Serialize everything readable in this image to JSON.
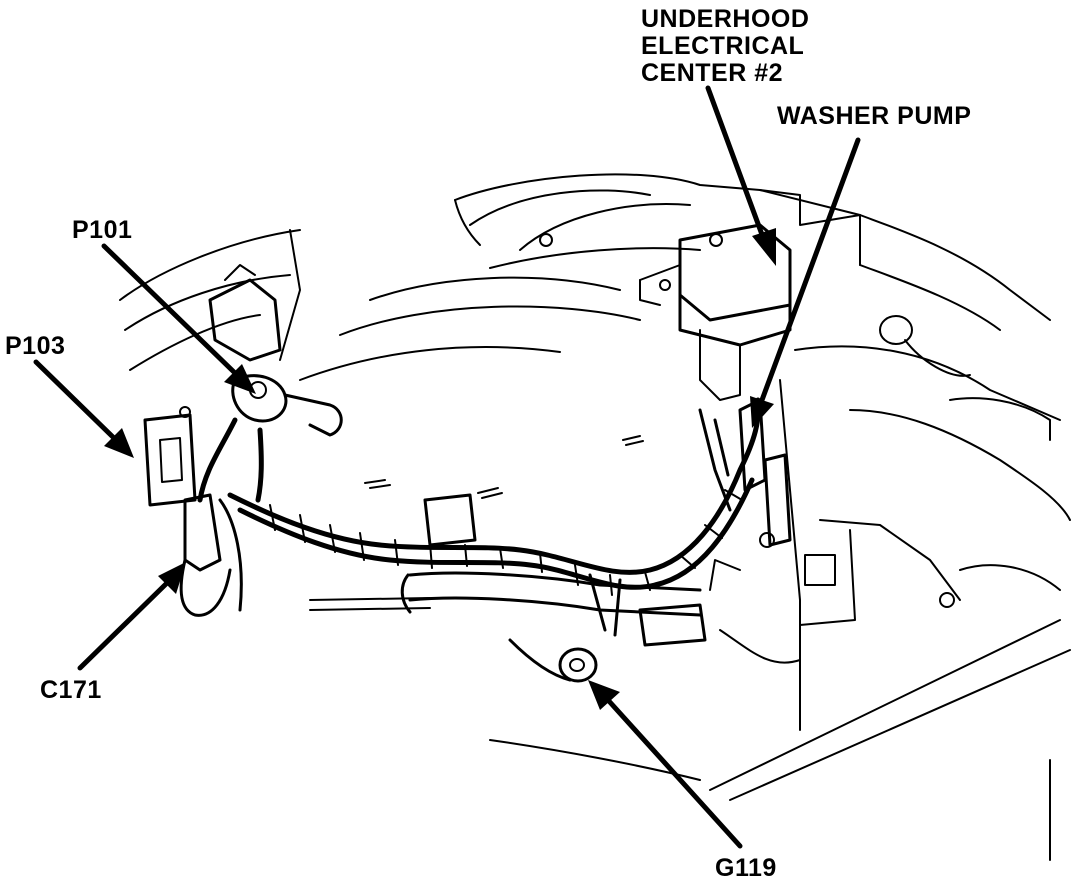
{
  "labels": {
    "underhood_line1": "UNDERHOOD",
    "underhood_line2": "ELECTRICAL",
    "underhood_line3": "CENTER #2",
    "washer_pump": "WASHER PUMP",
    "p101": "P101",
    "p103": "P103",
    "c171": "C171",
    "g119": "G119"
  },
  "colors": {
    "ink": "#000000",
    "background": "#ffffff"
  }
}
